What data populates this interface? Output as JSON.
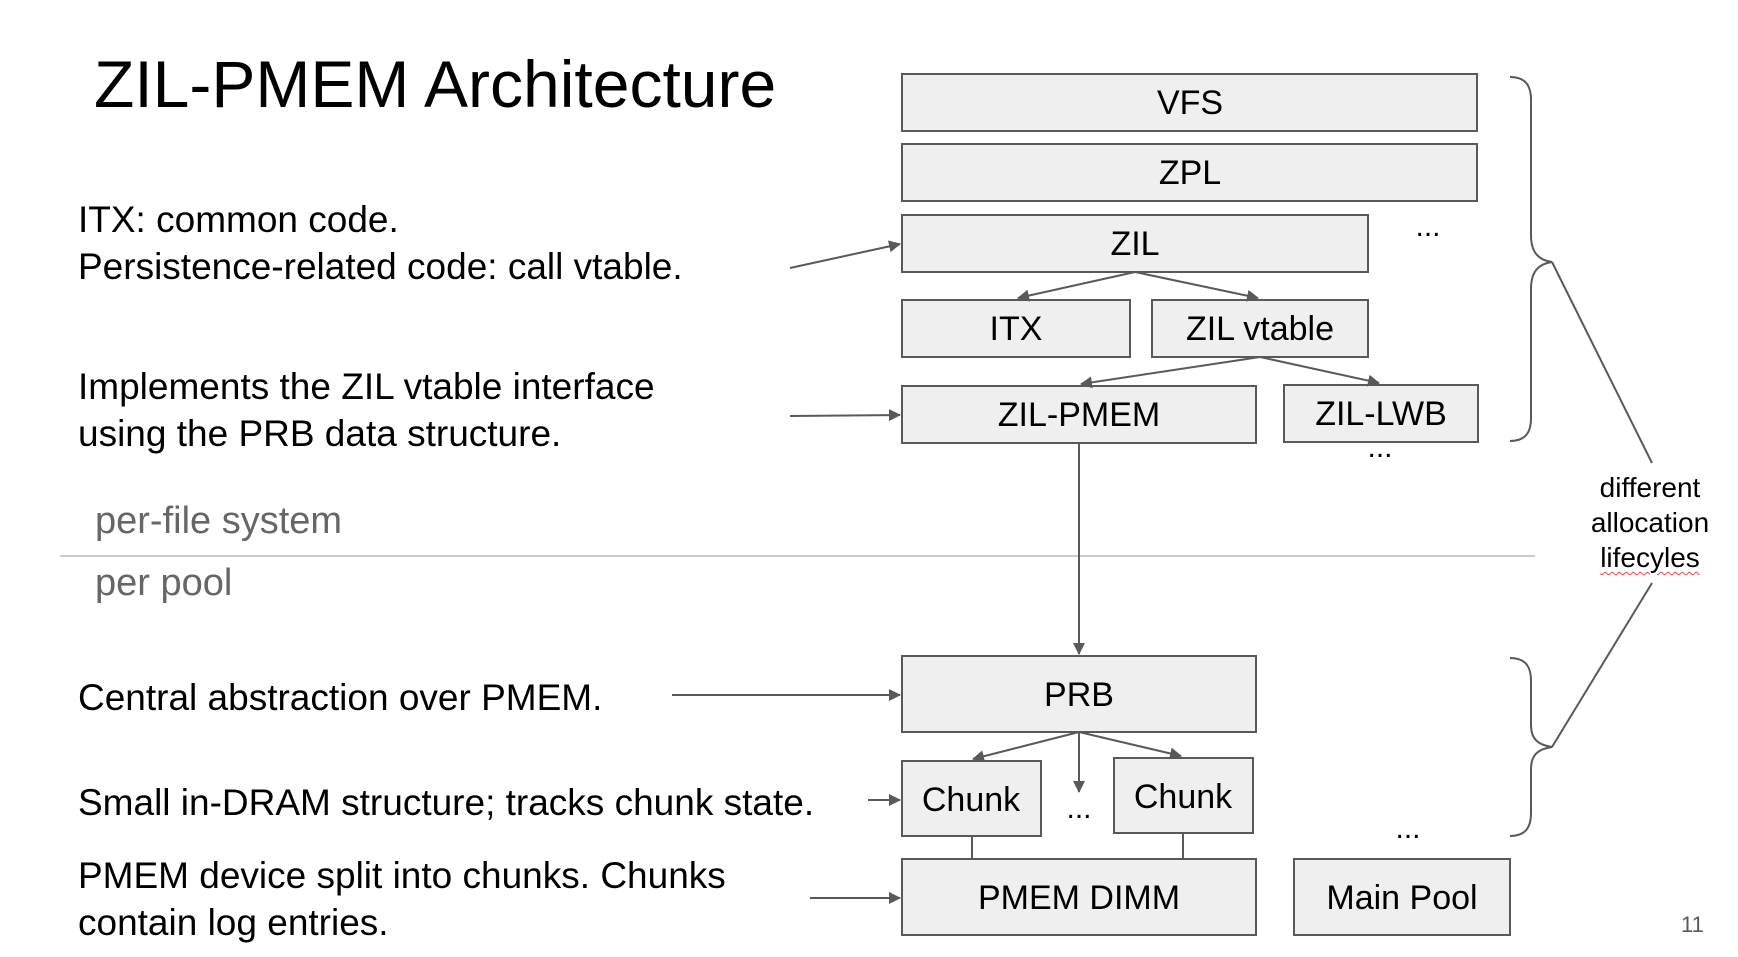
{
  "title": "ZIL-PMEM Architecture",
  "annotations": {
    "itx": [
      "ITX: common code.",
      "Persistence-related code: call vtable."
    ],
    "zil_pmem": [
      "Implements the ZIL vtable interface",
      "using the PRB data structure."
    ],
    "prb": [
      "Central abstraction over PMEM."
    ],
    "chunk": [
      "Small in-DRAM structure; tracks chunk state."
    ],
    "pmem": [
      "PMEM device split into chunks. Chunks",
      "contain log entries."
    ]
  },
  "scope_labels": {
    "upper": "per-file system",
    "lower": "per pool"
  },
  "side_label": [
    "different",
    "allocation",
    "lifecyles"
  ],
  "page_number": "11",
  "colors": {
    "box_fill": "#efefef",
    "box_border": "#595959",
    "divider": "#cccccc",
    "scope_text": "#666666",
    "spellcheck": "#e8474b"
  },
  "boxes": {
    "vfs": "VFS",
    "zpl": "ZPL",
    "zil": "ZIL",
    "itx": "ITX",
    "zil_vtable": "ZIL vtable",
    "zil_pmem": "ZIL-PMEM",
    "zil_lwb": "ZIL-LWB",
    "prb": "PRB",
    "chunk_left": "Chunk",
    "chunk_right": "Chunk",
    "pmem_dimm": "PMEM DIMM",
    "main_pool": "Main Pool"
  },
  "ellipses": {
    "zil_siblings": "...",
    "zil_lwb_more": "...",
    "chunks_more": "...",
    "pools_more": "..."
  }
}
